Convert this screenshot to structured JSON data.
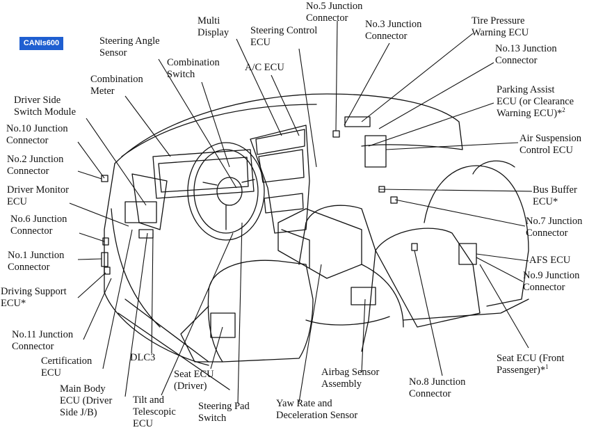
{
  "watermark": "CANIs600",
  "labels": {
    "no5_junction": "No.5 Junction\nConnector",
    "multi_display": "Multi\nDisplay",
    "steering_control_ecu": "Steering Control\nECU",
    "no3_junction": "No.3 Junction\nConnector",
    "tire_pressure_ecu": "Tire Pressure\nWarning ECU",
    "steering_angle_sensor": "Steering Angle\nSensor",
    "no13_junction": "No.13 Junction\nConnector",
    "combination_switch": "Combination\nSwitch",
    "ac_ecu": "A/C ECU",
    "combination_meter": "Combination\nMeter",
    "parking_assist_ecu": "Parking Assist\nECU (or Clearance\nWarning ECU)*",
    "parking_assist_sup": "2",
    "driver_side_switch_module": "Driver Side\nSwitch Module",
    "no10_junction": "No.10 Junction\nConnector",
    "air_suspension_ecu": "Air Suspension\nControl ECU",
    "no2_junction": "No.2 Junction\nConnector",
    "driver_monitor_ecu": "Driver Monitor\nECU",
    "bus_buffer_ecu": "Bus Buffer\nECU*",
    "no6_junction": "No.6 Junction\nConnector",
    "no7_junction": "No.7 Junction\nConnector",
    "no1_junction": "No.1 Junction\nConnector",
    "afs_ecu": "AFS ECU",
    "driving_support_ecu": "Driving Support\nECU*",
    "no9_junction": "No.9 Junction\nConnector",
    "no11_junction": "No.11 Junction\nConnector",
    "certification_ecu": "Certification\nECU",
    "dlc3": "DLC3",
    "seat_ecu_front_passenger": "Seat ECU (Front\nPassenger)*",
    "seat_ecu_front_passenger_sup": "1",
    "airbag_sensor_assembly": "Airbag Sensor\nAssembly",
    "seat_ecu_driver": "Seat ECU\n(Driver)",
    "no8_junction": "No.8 Junction\nConnector",
    "main_body_ecu": "Main Body\nECU (Driver\nSide J/B)",
    "tilt_telescopic_ecu": "Tilt and\nTelescopic\nECU",
    "steering_pad_switch": "Steering Pad\nSwitch",
    "yaw_rate_sensor": "Yaw Rate and\nDeceleration Sensor"
  }
}
